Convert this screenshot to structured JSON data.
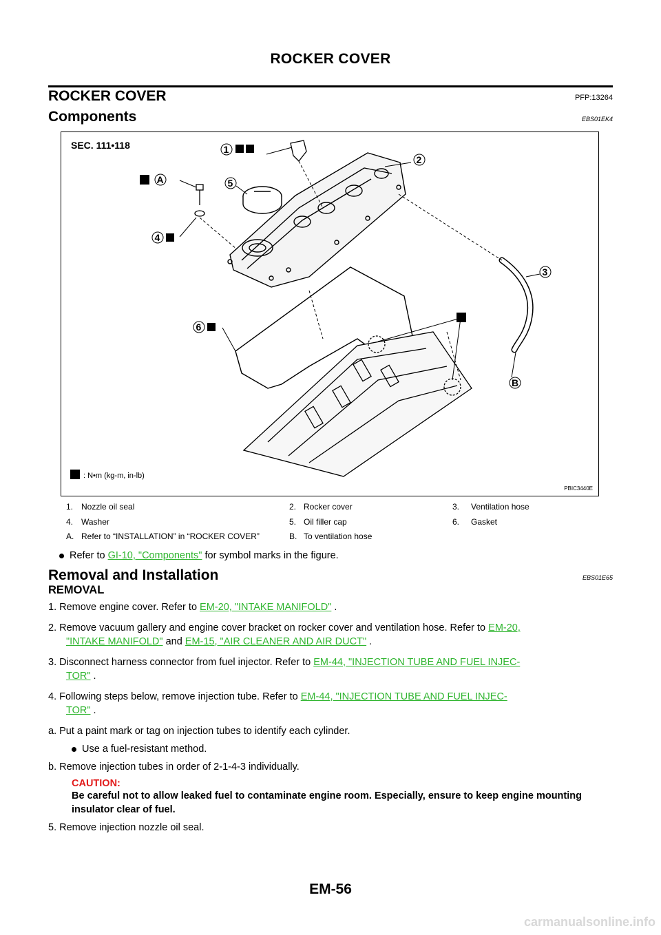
{
  "header": {
    "title": "ROCKER COVER"
  },
  "section": {
    "title": "ROCKER COVER",
    "code": "PFP:13264"
  },
  "components": {
    "title": "Components",
    "code": "EBS01EK4"
  },
  "figure": {
    "sec_label": "SEC. 111•118",
    "torque_note": ": N•m (kg-m, in-lb)",
    "image_code": "PBIC3440E",
    "callouts": [
      "1",
      "2",
      "3",
      "4",
      "5",
      "6",
      "A",
      "B"
    ]
  },
  "legend": [
    [
      {
        "num": "1.",
        "text": "Nozzle oil seal"
      },
      {
        "num": "2.",
        "text": "Rocker cover"
      },
      {
        "num": "3.",
        "text": "Ventilation hose"
      }
    ],
    [
      {
        "num": "4.",
        "text": "Washer"
      },
      {
        "num": "5.",
        "text": "Oil filler cap"
      },
      {
        "num": "6.",
        "text": "Gasket"
      }
    ],
    [
      {
        "num": "A.",
        "text": "Refer to “INSTALLATION” in “ROCKER COVER”"
      },
      {
        "num": "B.",
        "text": "To ventilation hose"
      },
      {
        "num": "",
        "text": ""
      }
    ]
  ],
  "note": {
    "pre": "Refer to ",
    "link": "GI-10, \"Components\"",
    "post": " for symbol marks in the figure."
  },
  "removal_installation": {
    "title": "Removal and Installation",
    "code": "EBS01E65"
  },
  "removal": {
    "title": "REMOVAL",
    "step1": {
      "pre": "1.  Remove engine cover. Refer to ",
      "link": "EM-20, \"INTAKE MANIFOLD\"",
      "post": " ."
    },
    "step2": {
      "pre": "2.  Remove vacuum gallery and engine cover bracket on rocker cover and ventilation hose. Refer to ",
      "link1a": "EM-20,",
      "link1b": "\"INTAKE MANIFOLD\"",
      "mid": "  and ",
      "link2": "EM-15, \"AIR CLEANER AND AIR DUCT\"",
      "post": " ."
    },
    "step3": {
      "pre": "3.  Disconnect harness connector from fuel injector. Refer to ",
      "link_a": "EM-44, \"INJECTION TUBE AND FUEL INJEC-",
      "link_b": "TOR\"",
      "post": " ."
    },
    "step4": {
      "pre": "4.  Following  steps  below,  remove  injection  tube.  Refer  to ",
      "link_a": "EM-44, \"INJECTION TUBE AND FUEL INJEC-",
      "link_b": "TOR\"",
      "post": " ."
    },
    "step_a": "a.  Put a paint mark or tag on injection tubes to identify each cylinder.",
    "step_a_bullet": "Use a fuel-resistant method.",
    "step_b": "b.  Remove injection tubes in order of 2-1-4-3 individually.",
    "caution_label": "CAUTION:",
    "caution_text": "Be careful not to allow leaked fuel to contaminate engine room. Especially, ensure to keep engine mounting insulator clear of fuel.",
    "step5": "5.  Remove injection nozzle oil seal."
  },
  "footer": {
    "page_number": "EM-56",
    "watermark": "carmanualsonline.info"
  }
}
